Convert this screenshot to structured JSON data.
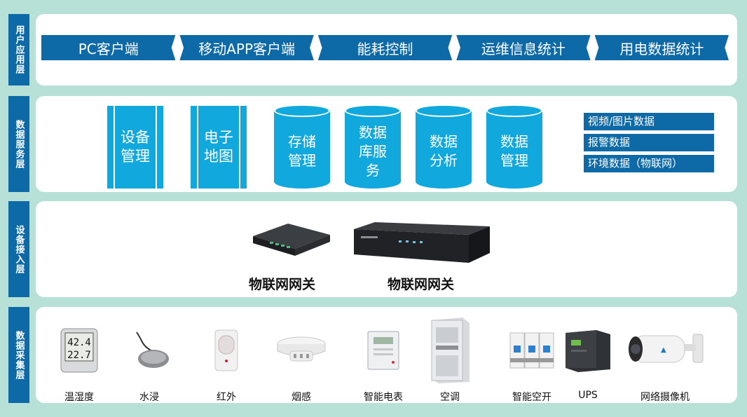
{
  "layers": {
    "user": "用户应用层",
    "data_service": "数据服务层",
    "device_access": "设备接入层",
    "data_collect": "数据采集层"
  },
  "user_apps": [
    "PC客户端",
    "移动APP客户端",
    "能耗控制",
    "运维信息统计",
    "用电数据统计"
  ],
  "services": {
    "device_mgmt": "设备\n管理",
    "e_map": "电子\n地图",
    "storage": "存储\n管理",
    "db_service": "数据\n库服\n务",
    "analysis": "数据\n分析",
    "data_mgmt": "数据\n管理"
  },
  "data_types": [
    "视频/图片数据",
    "报警数据",
    "环境数据（物联网）"
  ],
  "gateways": [
    "物联网网关",
    "物联网网关"
  ],
  "sensors": [
    "温湿度",
    "水浸",
    "红外",
    "烟感",
    "智能电表",
    "空调",
    "智能空开",
    "UPS",
    "网络摄像机"
  ],
  "thermo_display": [
    "42.4",
    "22.7"
  ],
  "colors": {
    "dark_blue": "#0e6aa6",
    "light_blue": "#11a8dd",
    "background": "#b7e1d6"
  }
}
